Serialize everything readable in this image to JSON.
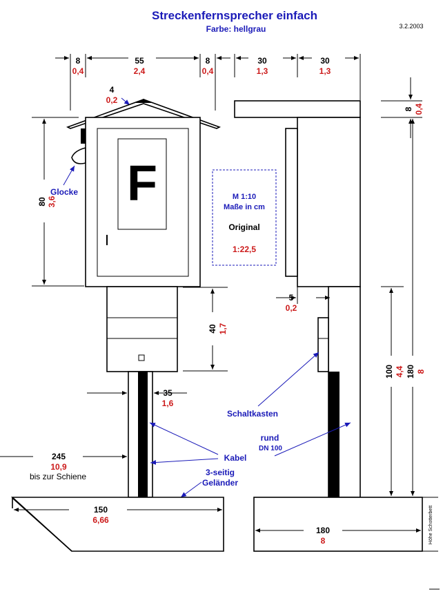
{
  "header": {
    "title": "Streckenfernsprecher einfach",
    "subtitle": "Farbe: hellgrau",
    "date": "3.2.2003"
  },
  "colors": {
    "blue": "#1a1ab8",
    "red": "#cc1a1a",
    "black": "#000000"
  },
  "dimensions": {
    "roof_left": {
      "cm": "8",
      "orig": "0,4"
    },
    "body_width": {
      "cm": "55",
      "orig": "2,4"
    },
    "roof_right": {
      "cm": "8",
      "orig": "0,4"
    },
    "side_left": {
      "cm": "30",
      "orig": "1,3"
    },
    "side_right": {
      "cm": "30",
      "orig": "1,3"
    },
    "roof_pitch": {
      "cm": "4",
      "orig": "0,2"
    },
    "roof_thick": {
      "cm": "8",
      "orig": "0,4"
    },
    "body_height": {
      "cm": "80",
      "orig": "3,6"
    },
    "box_height": {
      "cm": "40",
      "orig": "1,7"
    },
    "post_width": {
      "cm": "35",
      "orig": "1,6"
    },
    "gap": {
      "cm": "5",
      "orig": "0,2"
    },
    "post_height": {
      "cm": "100",
      "orig": "4,4"
    },
    "total_height": {
      "cm": "180",
      "orig": "8"
    },
    "to_rail": {
      "cm": "245",
      "orig": "10,9",
      "note": "bis zur Schiene"
    },
    "railing_front": {
      "cm": "150",
      "orig": "6,66"
    },
    "railing_side": {
      "cm": "180",
      "orig": "8"
    }
  },
  "panel": {
    "letter": "F"
  },
  "scale_box": {
    "line1": "M 1:10",
    "line2": "Maße in cm",
    "line3": "Original",
    "line4": "1:22,5"
  },
  "labels": {
    "glocke": "Glocke",
    "schaltkasten": "Schaltkasten",
    "rund": "rund",
    "dn": "DN 100",
    "kabel": "Kabel",
    "gelaender_1": "3-seitig",
    "gelaender_2": "Geländer",
    "schotterbett": "Höhe Schotterbett"
  }
}
